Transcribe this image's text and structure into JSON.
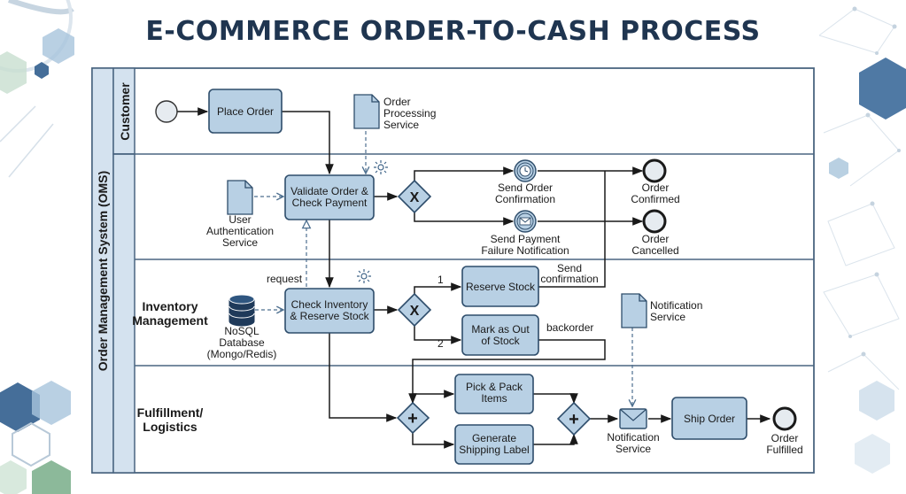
{
  "title": "E-COMMERCE ORDER-TO-CASH PROCESS",
  "pool": {
    "label": "Order Management System (OMS)"
  },
  "lanes": {
    "customer": "Customer",
    "inventory": [
      "Inventory",
      "Management"
    ],
    "fulfillment": [
      "Fulfillment/",
      "Logistics"
    ]
  },
  "tasks": {
    "place_order": [
      "Place Order"
    ],
    "validate": [
      "Validate Order &",
      "Check Payment"
    ],
    "check_inventory": [
      "Check Inventory",
      "& Reserve Stock"
    ],
    "reserve_stock": [
      "Reserve Stock"
    ],
    "out_of_stock": [
      "Mark as Out",
      "of Stock"
    ],
    "pick_pack": [
      "Pick & Pack",
      "Items"
    ],
    "shipping_label": [
      "Generate",
      "Shipping Label"
    ],
    "ship_order": [
      "Ship Order"
    ]
  },
  "events": {
    "send_confirmation": [
      "Send Order",
      "Confirmation"
    ],
    "send_failure": [
      "Send Payment",
      "Failure Notification"
    ],
    "order_confirmed": [
      "Order",
      "Confirmed"
    ],
    "order_cancelled": [
      "Order",
      "Cancelled"
    ],
    "notification_event": [
      "Notification",
      "Service"
    ],
    "order_fulfilled": [
      "Order",
      "Fulfilled"
    ]
  },
  "data_objects": {
    "order_processing": [
      "Order",
      "Processing",
      "Service"
    ],
    "user_auth": [
      "User",
      "Authentication",
      "Service"
    ],
    "notification_doc": [
      "Notification",
      "Service"
    ],
    "nosql": [
      "NoSQL",
      "Database",
      "(Mongo/Redis)"
    ]
  },
  "flow_labels": {
    "request": "request",
    "branch_1": "1",
    "branch_2": "2",
    "send_confirmation": [
      "Send",
      "confirmation"
    ],
    "backorder": "backorder"
  },
  "gateway_symbols": {
    "exclusive": "X",
    "parallel": "+"
  },
  "colors": {
    "task_fill": "#b8d0e4",
    "task_stroke": "#2e4d6b",
    "title": "#1f3550",
    "lane_fill": "#ffffff",
    "pool_header_fill": "#d4e2ef"
  }
}
